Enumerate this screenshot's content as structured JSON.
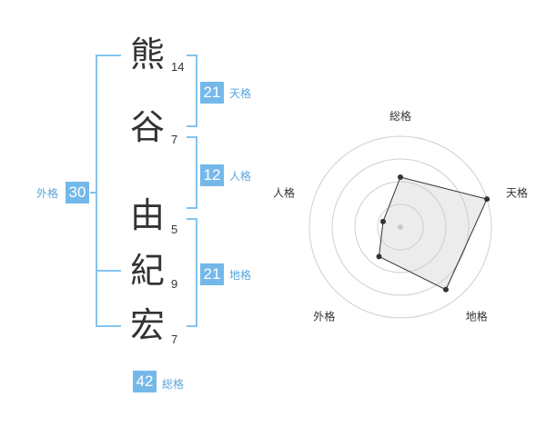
{
  "name": {
    "characters": [
      {
        "char": "熊",
        "strokes": "14"
      },
      {
        "char": "谷",
        "strokes": "7"
      },
      {
        "char": "由",
        "strokes": "5"
      },
      {
        "char": "紀",
        "strokes": "9"
      },
      {
        "char": "宏",
        "strokes": "7"
      }
    ]
  },
  "kakusu": {
    "tenkaku": {
      "value": "21",
      "label": "天格"
    },
    "jinkaku": {
      "value": "12",
      "label": "人格"
    },
    "chikaku": {
      "value": "21",
      "label": "地格"
    },
    "gaikaku": {
      "value": "30",
      "label": "外格"
    },
    "soukaku": {
      "value": "42",
      "label": "総格"
    }
  },
  "colors": {
    "accent": "#74b8ea",
    "bracket": "#84c4ef",
    "label": "#5aa6dc"
  },
  "chart_data": {
    "type": "radar",
    "axes": [
      "総格",
      "天格",
      "地格",
      "外格",
      "人格"
    ],
    "values": [
      0.55,
      1.0,
      0.85,
      0.4,
      0.2
    ],
    "max": 1.0,
    "rings": 4
  }
}
